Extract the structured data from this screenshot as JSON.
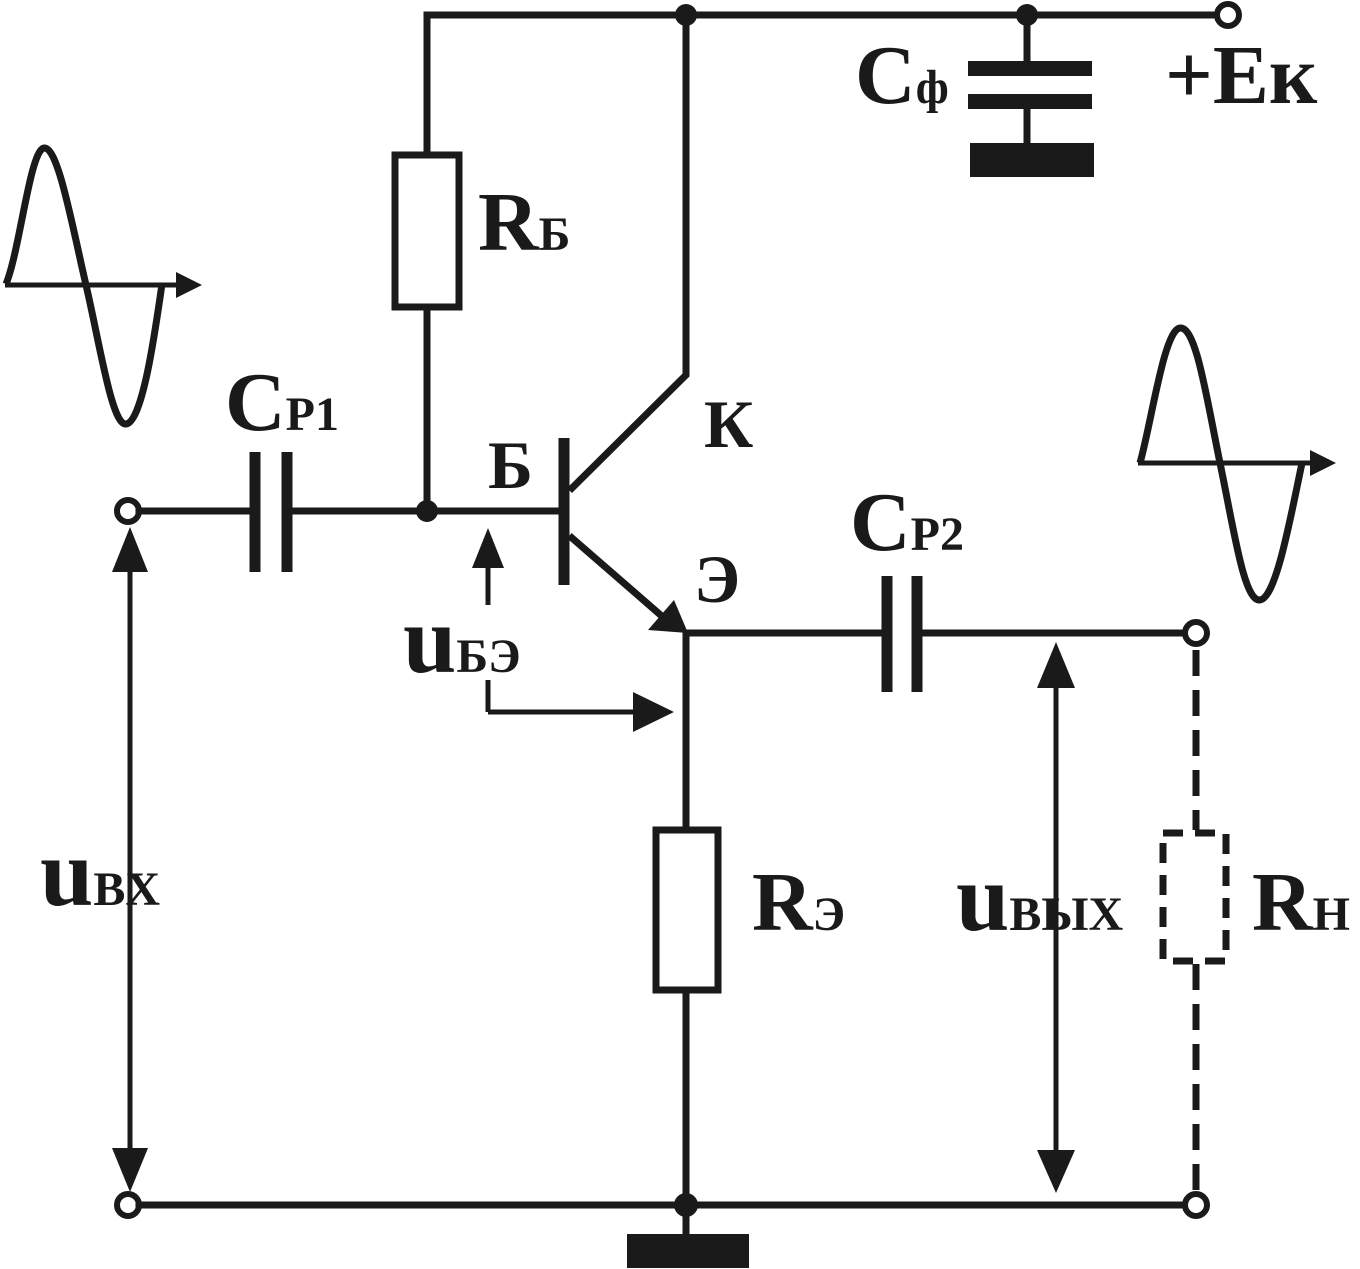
{
  "labels": {
    "cf": {
      "main": "C",
      "sub": "ф"
    },
    "ek": "+Eк",
    "rb": {
      "main": "R",
      "sub": "Б"
    },
    "cp1": {
      "main": "C",
      "sub": "P1"
    },
    "cp2": {
      "main": "C",
      "sub": "P2"
    },
    "k": "К",
    "b": "Б",
    "e": "Э",
    "ube": {
      "main": "u",
      "sub": "БЭ"
    },
    "re": {
      "main": "R",
      "sub": "Э"
    },
    "uin": {
      "main": "u",
      "sub": "BX"
    },
    "uout": {
      "main": "u",
      "sub": "BЫX"
    },
    "rn": {
      "main": "R",
      "sub": "H"
    }
  },
  "colors": {
    "ink": "#1a1a1a",
    "background": "#ffffff"
  },
  "icons": {
    "input_signal": "sine-wave-icon",
    "output_signal": "sine-wave-icon",
    "ground": "ground-icon"
  }
}
